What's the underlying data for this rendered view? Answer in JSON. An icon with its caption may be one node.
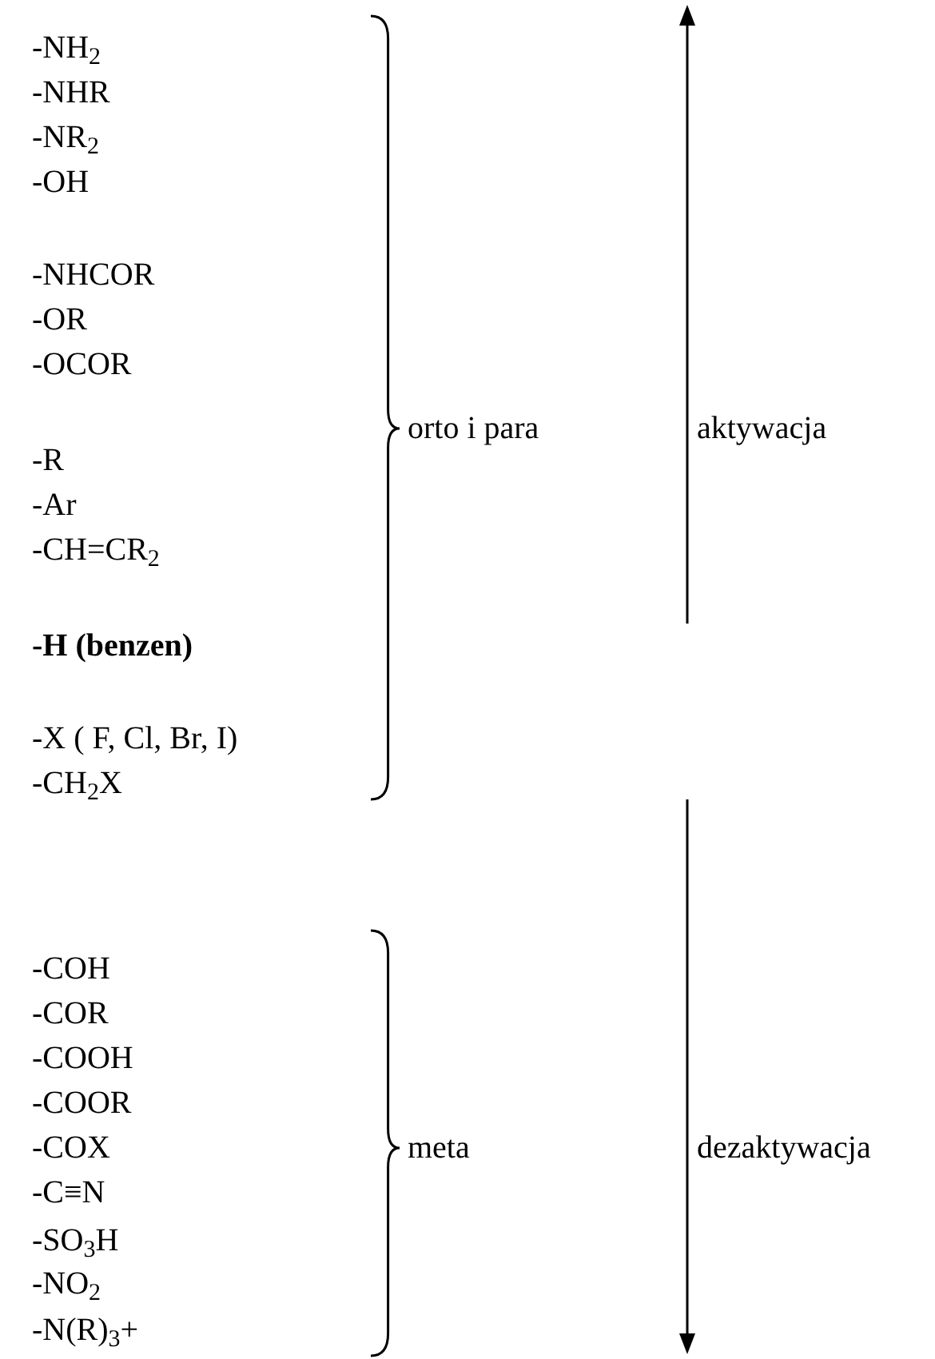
{
  "diagram": {
    "labels": [
      "-NH$_{2}$",
      "-NHR",
      "-NR$_{2}$",
      "-OH",
      "-NHCOR",
      "-OR",
      "-OCOR",
      "-R",
      "-Ar",
      "-CH=CR$_{2}$",
      "-H (benzen)",
      "-X ( F, Cl, Br, I)",
      "-CH$_{2}$X",
      "-COH",
      "-COR",
      "-COOH",
      "-COOR",
      "-COX",
      "-C≡N",
      "-SO$_{3}$H",
      "-NO$_{2}$",
      "-N(R)$_{3}$+",
      "orto i para",
      "aktywacja",
      "meta",
      "dezaktywacja"
    ]
  }
}
